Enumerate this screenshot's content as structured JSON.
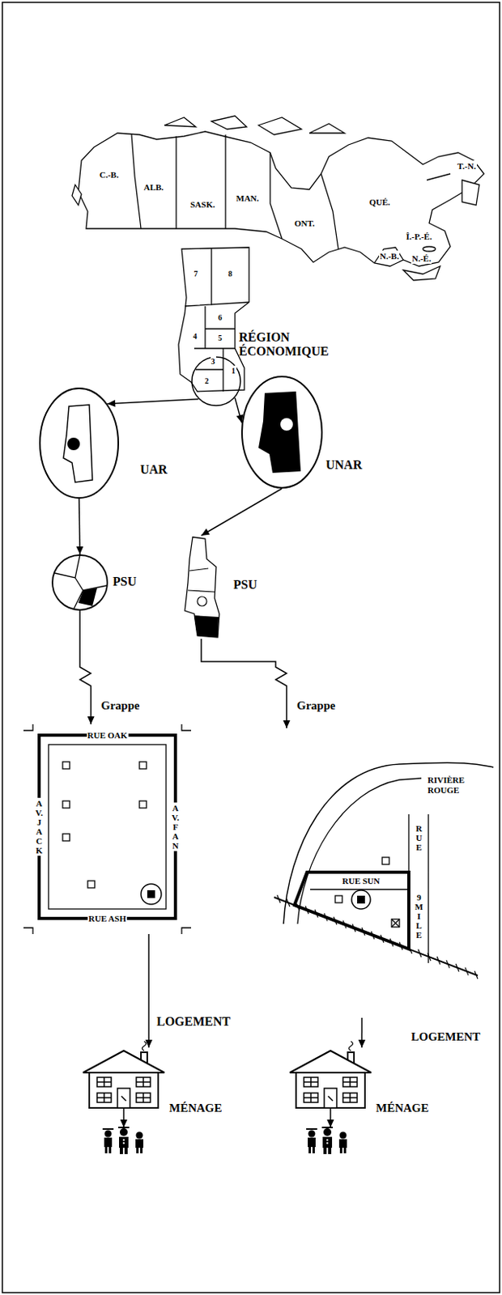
{
  "diagram": {
    "nodes": [
      {
        "text": [
          "RÉGION ÉCONOMIQUE"
        ]
      },
      {
        "text": [
          "UAR"
        ]
      },
      {
        "text": [
          "UNAR"
        ]
      },
      {
        "text": [
          "PSU"
        ]
      },
      {
        "text": [
          "PSU"
        ]
      },
      {
        "text": [
          "RUE OAK",
          "AV. JACK",
          "AV. FAN",
          "RUE ASH"
        ]
      },
      {
        "text": [
          "RIVIÈRE ROUGE",
          "RUE",
          "RUE SUN",
          "9 MILE"
        ]
      },
      {
        "text": [
          "LOGEMENT"
        ]
      },
      {
        "text": [
          "LOGEMENT"
        ]
      },
      {
        "text": [
          "MÉNAGE"
        ]
      },
      {
        "text": [
          "MÉNAGE"
        ]
      }
    ],
    "edges": [
      {
        "from": 0,
        "to": 1,
        "arrow": "to"
      },
      {
        "from": 0,
        "to": 2,
        "arrow": "to"
      },
      {
        "from": 1,
        "to": 3,
        "arrow": "to"
      },
      {
        "from": 2,
        "to": 4,
        "arrow": "to"
      },
      {
        "from": 3,
        "to": 5,
        "label": "Grappe",
        "arrow": "to"
      },
      {
        "from": 4,
        "to": 6,
        "label": "Grappe",
        "arrow": "to"
      },
      {
        "from": 5,
        "to": 7,
        "arrow": "to"
      },
      {
        "from": 6,
        "to": 8,
        "arrow": "to"
      },
      {
        "from": 7,
        "to": 9,
        "arrow": "to"
      },
      {
        "from": 8,
        "to": 10,
        "arrow": "to"
      }
    ],
    "labels": [
      "C.-B.",
      "ALB.",
      "SASK.",
      "MAN.",
      "ONT.",
      "QUÉ.",
      "T.-N.",
      "Î.-P.-É.",
      "N.-B.",
      "N.-É.",
      "7",
      "8",
      "4",
      "6",
      "5",
      "3",
      "2",
      "1"
    ]
  }
}
